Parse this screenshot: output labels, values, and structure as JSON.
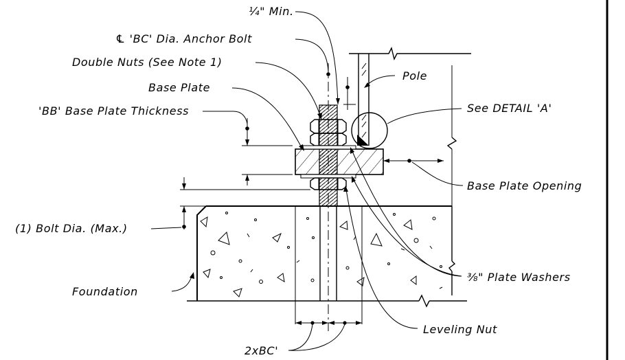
{
  "labels": {
    "min_quarter": "¼\" Min.",
    "anchor_bolt": "℄ 'BC' Dia. Anchor Bolt",
    "double_nuts": "Double Nuts (See Note 1)",
    "base_plate": "Base Plate",
    "bb_thickness": "'BB' Base Plate Thickness",
    "pole": "Pole",
    "see_detail": "See DETAIL 'A'",
    "base_plate_opening": "Base Plate Opening",
    "bolt_dia_max": "(1) Bolt Dia. (Max.)",
    "plate_washers": "⅜\" Plate Washers",
    "foundation": "Foundation",
    "leveling_nut": "Leveling Nut",
    "two_bc": "2xBC'"
  }
}
